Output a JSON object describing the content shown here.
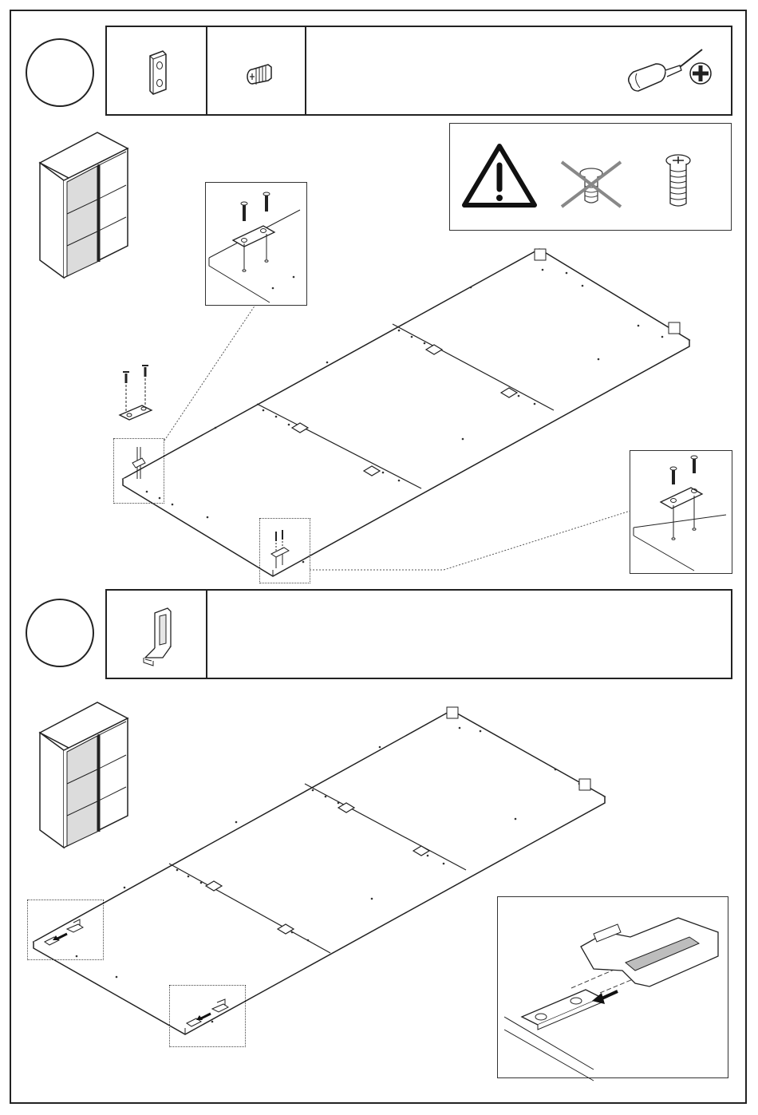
{
  "step1": {
    "label": "",
    "parts": [
      {
        "name": "connecting-plate",
        "icon": "plate-icon"
      },
      {
        "name": "euro-screw",
        "icon": "screw-icon"
      }
    ],
    "tool": "phillips-screwdriver-icon",
    "warning": {
      "icon": "warning-triangle-icon",
      "wrong_screw": "crossed-screw-icon",
      "correct_screw": "euro-screw-icon"
    }
  },
  "step2": {
    "label": "",
    "parts": [
      {
        "name": "sliding-guide-bracket",
        "icon": "bracket-icon"
      }
    ]
  },
  "colors": {
    "line": "#222222",
    "dots": "#333333",
    "glass": "#dcdcdc"
  }
}
